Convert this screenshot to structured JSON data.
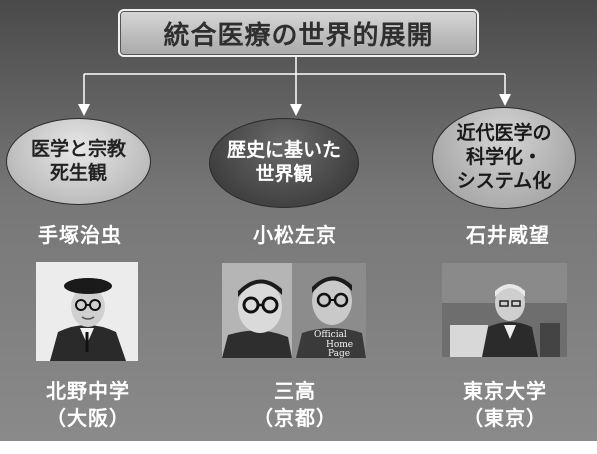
{
  "title": "統合医療の世界的展開",
  "branches": [
    {
      "topic_lines": [
        "医学と宗教",
        "死生観"
      ],
      "person": "手塚治虫",
      "school_lines": [
        "北野中学",
        "（大阪）"
      ]
    },
    {
      "topic_lines": [
        "歴史に基いた",
        "世界観"
      ],
      "person": "小松左京",
      "school_lines": [
        "三高",
        "（京都）"
      ]
    },
    {
      "topic_lines": [
        "近代医学の",
        "科学化・",
        "システム化"
      ],
      "person": "石井威望",
      "school_lines": [
        "東京大学",
        "（東京）"
      ]
    }
  ],
  "photo_text": [
    "Official",
    "Home",
    "Page"
  ]
}
